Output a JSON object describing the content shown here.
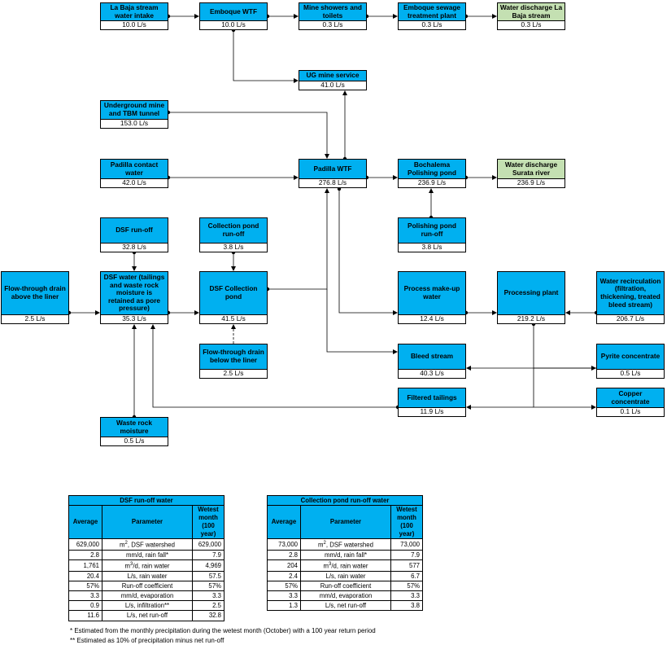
{
  "nodes": {
    "labaja_intake": {
      "name": "La Baja stream water intake",
      "value": "10.0 L/s"
    },
    "emboque_wtf": {
      "name": "Emboque WTF",
      "value": "10.0 L/s"
    },
    "mine_showers": {
      "name": "Mine showers and toilets",
      "value": "0.3 L/s"
    },
    "emboque_sewage": {
      "name": "Emboque sewage treatment plant",
      "value": "0.3 L/s"
    },
    "discharge_labaja": {
      "name": "Water discharge La Baja stream",
      "value": "0.3 L/s"
    },
    "ug_service": {
      "name": "UG mine service",
      "value": "41.0 L/s"
    },
    "ug_mine_tbm": {
      "name": "Underground mine and TBM tunnel",
      "value": "153.0 L/s"
    },
    "padilla_contact": {
      "name": "Padilla contact water",
      "value": "42.0 L/s"
    },
    "padilla_wtf": {
      "name": "Padilla WTF",
      "value": "276.8 L/s"
    },
    "bochalema": {
      "name": "Bochalema Polishing pond",
      "value": "236.9 L/s"
    },
    "discharge_surata": {
      "name": "Water discharge Surata river",
      "value": "236.9 L/s"
    },
    "dsf_runoff": {
      "name": "DSF run-off",
      "value": "32.8 L/s"
    },
    "collection_runoff": {
      "name": "Collection pond run-off",
      "value": "3.8 L/s"
    },
    "polishing_runoff": {
      "name": "Polishing pond run-off",
      "value": "3.8 L/s"
    },
    "ft_drain_above": {
      "name": "Flow-through drain above the liner",
      "value": "2.5 L/s"
    },
    "dsf_water": {
      "name": "DSF water (tailings and waste rock moisture is retained as pore pressure)",
      "value": "35.3 L/s"
    },
    "dsf_collection": {
      "name": "DSF Collection pond",
      "value": "41.5 L/s"
    },
    "process_makeup": {
      "name": "Process make-up water",
      "value": "12.4 L/s"
    },
    "processing_plant": {
      "name": "Processing plant",
      "value": "219.2 L/s"
    },
    "water_recirc": {
      "name": "Water recirculation (filtration, thickening, treated bleed stream)",
      "value": "206.7 L/s"
    },
    "ft_drain_below": {
      "name": "Flow-through drain below the liner",
      "value": "2.5 L/s"
    },
    "bleed_stream": {
      "name": "Bleed stream",
      "value": "40.3 L/s"
    },
    "pyrite": {
      "name": "Pyrite concentrate",
      "value": "0.5 L/s"
    },
    "filtered_tailings": {
      "name": "Filtered tailings",
      "value": "11.9 L/s"
    },
    "copper": {
      "name": "Copper concentrate",
      "value": "0.1 L/s"
    },
    "waste_rock": {
      "name": "Waste rock moisture",
      "value": "0.5 L/s"
    }
  },
  "tables": {
    "dsf": {
      "title": "DSF run-off water",
      "headers": {
        "average": "Average",
        "parameter": "Parameter",
        "wettest": "Wetest month (100 year)"
      },
      "rows": [
        {
          "average": "629,000",
          "unit_sup": "2",
          "parameter": "m, DSF watershed",
          "wettest": "629,000"
        },
        {
          "average": "2.8",
          "parameter": "mm/d, rain fall*",
          "wettest": "7.9"
        },
        {
          "average": "1,761",
          "unit_sup": "3",
          "parameter": "m/d, rain water",
          "wettest": "4,969"
        },
        {
          "average": "20.4",
          "parameter": "L/s, rain water",
          "wettest": "57.5"
        },
        {
          "average": "57%",
          "parameter": "Run-off coefficient",
          "wettest": "57%"
        },
        {
          "average": "3.3",
          "parameter": "mm/d, evaporation",
          "wettest": "3.3"
        },
        {
          "average": "0.9",
          "parameter": "L/s, infiltration**",
          "wettest": "2.5"
        },
        {
          "average": "11.6",
          "parameter": "L/s, net run-off",
          "wettest": "32.8"
        }
      ]
    },
    "collection": {
      "title": "Collection pond run-off water",
      "headers": {
        "average": "Average",
        "parameter": "Parameter",
        "wettest": "Wetest month (100 year)"
      },
      "rows": [
        {
          "average": "73,000",
          "unit_sup": "2",
          "parameter": "m, DSF watershed",
          "wettest": "73,000"
        },
        {
          "average": "2.8",
          "parameter": "mm/d, rain fall*",
          "wettest": "7.9"
        },
        {
          "average": "204",
          "unit_sup": "3",
          "parameter": "m/d, rain water",
          "wettest": "577"
        },
        {
          "average": "2.4",
          "parameter": "L/s, rain water",
          "wettest": "6.7"
        },
        {
          "average": "57%",
          "parameter": "Run-off coefficient",
          "wettest": "57%"
        },
        {
          "average": "3.3",
          "parameter": "mm/d, evaporation",
          "wettest": "3.3"
        },
        {
          "average": "1.3",
          "parameter": "L/s, net run-off",
          "wettest": "3.8"
        }
      ]
    }
  },
  "notes": [
    "* Estimated from the monthly precipitation during the wetest month (October) with a 100 year return period",
    "** Estimated as 10% of precipitation minus net run-off"
  ]
}
